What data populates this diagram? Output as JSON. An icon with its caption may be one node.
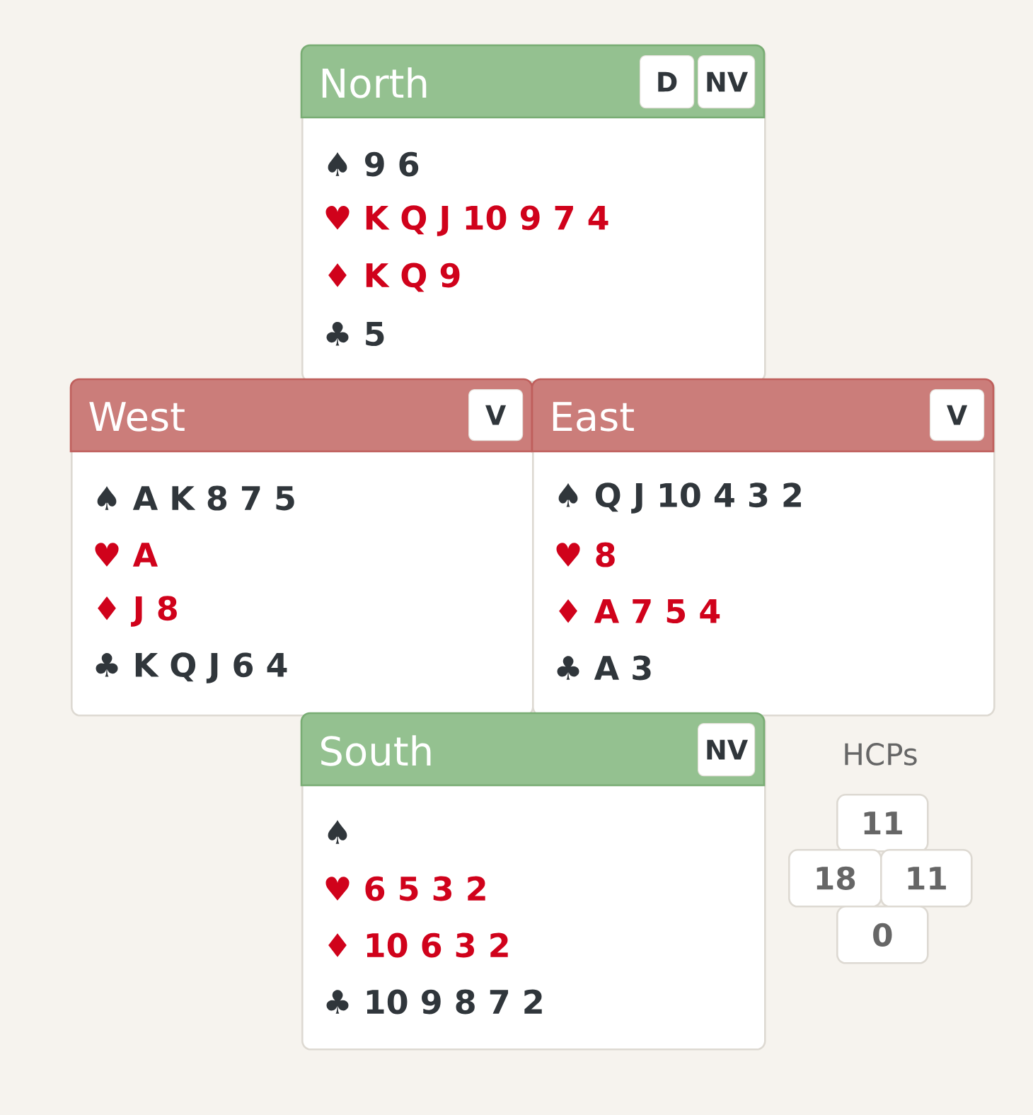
{
  "diagram": {
    "nodes": [
      {
        "text": [
          "North",
          "♠ 9 6",
          "♥ K Q J 10 9 7 4",
          "♦ K Q 9",
          "♣ 5"
        ]
      },
      {
        "text": [
          "D"
        ],
        "in": 0
      },
      {
        "text": [
          "NV"
        ],
        "in": 0
      },
      {
        "text": [
          "West",
          "♠ A K 8 7 5",
          "♥ A",
          "♦ J 8",
          "♣ K Q J 6 4"
        ]
      },
      {
        "text": [
          "V"
        ],
        "in": 3
      },
      {
        "text": [
          "East",
          "♠ Q J 10 4 3 2",
          "♥ 8",
          "♦ A 7 5 4",
          "♣ A 3"
        ]
      },
      {
        "text": [
          "V"
        ],
        "in": 5
      },
      {
        "text": [
          "South",
          "♠",
          "♥ 6 5 3 2",
          "♦ 10 6 3 2",
          "♣ 10 9 8 7 2"
        ]
      },
      {
        "text": [
          "NV"
        ],
        "in": 7
      },
      {
        "text": [
          "11"
        ]
      },
      {
        "text": [
          "18"
        ]
      },
      {
        "text": [
          "11"
        ]
      },
      {
        "text": [
          "0"
        ]
      }
    ],
    "labels": [
      "HCPs"
    ]
  }
}
